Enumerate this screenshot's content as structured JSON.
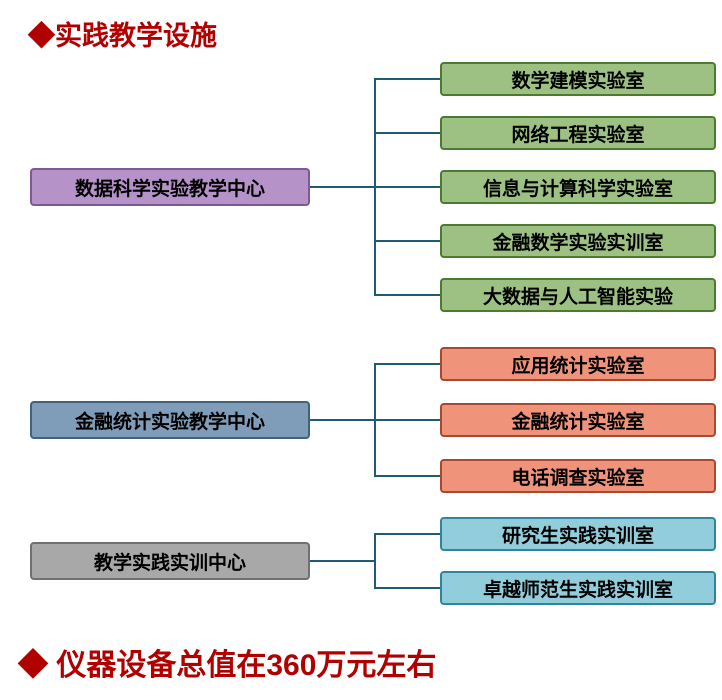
{
  "title": "◆实践教学设施",
  "footer": "◆ 仪器设备总值在360万元左右",
  "colors": {
    "heading_red": "#b00000",
    "connector_teal": "#1f5c73",
    "parent1_fill": "#b592c8",
    "child1_fill": "#9dc183",
    "parent2_fill": "#7f9cb8",
    "child2_fill": "#f0937b",
    "parent3_fill": "#a8a8a8",
    "child3_fill": "#92cddc"
  },
  "groups": [
    {
      "parent": "数据科学实验教学中心",
      "children": [
        "数学建模实验室",
        "网络工程实验室",
        "信息与计算科学实验室",
        "金融数学实验实训室",
        "大数据与人工智能实验"
      ]
    },
    {
      "parent": "金融统计实验教学中心",
      "children": [
        "应用统计实验室",
        "金融统计实验室",
        "电话调查实验室"
      ]
    },
    {
      "parent": "教学实践实训中心",
      "children": [
        "研究生实践实训室",
        "卓越师范生实践实训室"
      ]
    }
  ]
}
